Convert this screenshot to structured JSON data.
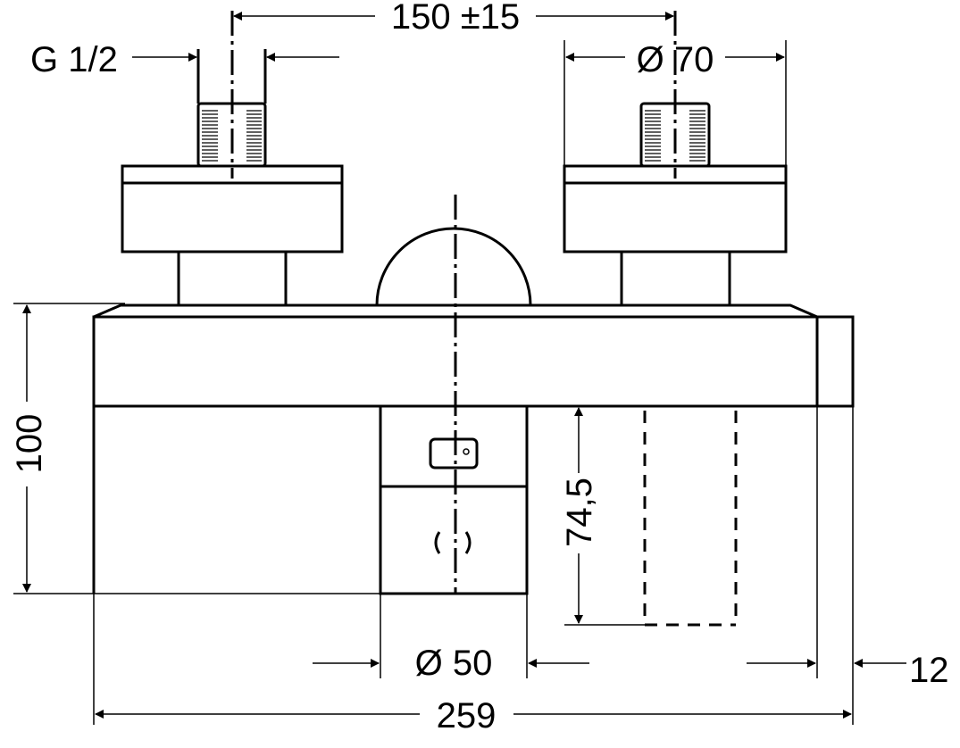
{
  "drawing": {
    "dimensions": {
      "inlet_spacing": "150 ±15",
      "connection_thread": "G 1/2",
      "handle_diameter": "Ø 70",
      "total_height": "100",
      "outlet_height": "74,5",
      "outlet_diameter": "Ø 50",
      "total_width": "259",
      "side_depth": "12"
    },
    "line_color": "#000000",
    "background_color": "#ffffff"
  }
}
